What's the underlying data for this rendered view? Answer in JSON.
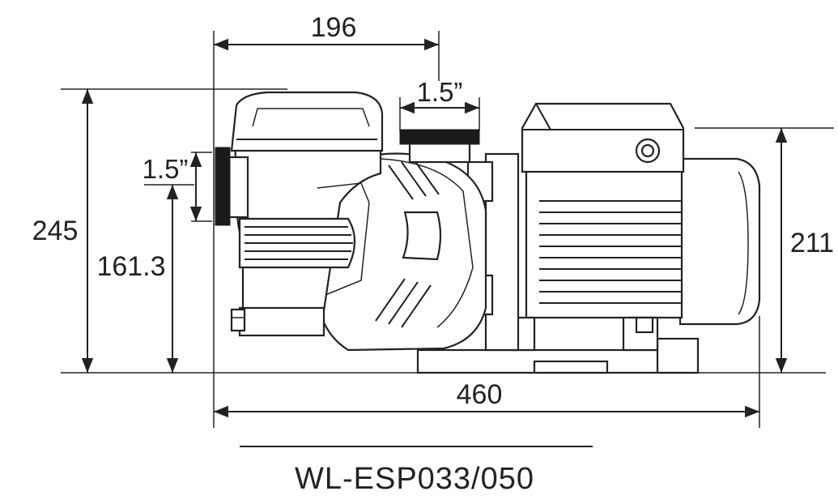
{
  "dimensions": {
    "top_width": "196",
    "outlet_size": "1.5”",
    "inlet_size": "1.5”",
    "total_height": "245",
    "inlet_height": "161.3",
    "motor_height": "211",
    "total_length": "460"
  },
  "model": "WL-ESP033/050",
  "colors": {
    "line": "#222222",
    "background": "#ffffff"
  }
}
